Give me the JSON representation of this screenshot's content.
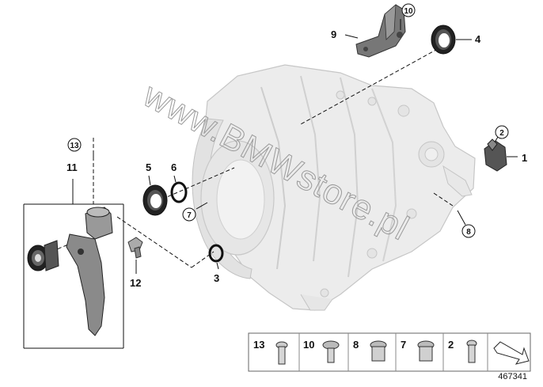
{
  "watermark": "www.BMWstore.pl",
  "callouts": {
    "c1": "1",
    "c2": "2",
    "c3": "3",
    "c4": "4",
    "c5": "5",
    "c6": "6",
    "c7": "7",
    "c8": "8",
    "c9": "9",
    "c10": "10",
    "c11": "11",
    "c12": "12",
    "c13": "13"
  },
  "legend": {
    "items": [
      "13",
      "10",
      "8",
      "7",
      "2"
    ]
  },
  "diagram_id": "467341"
}
